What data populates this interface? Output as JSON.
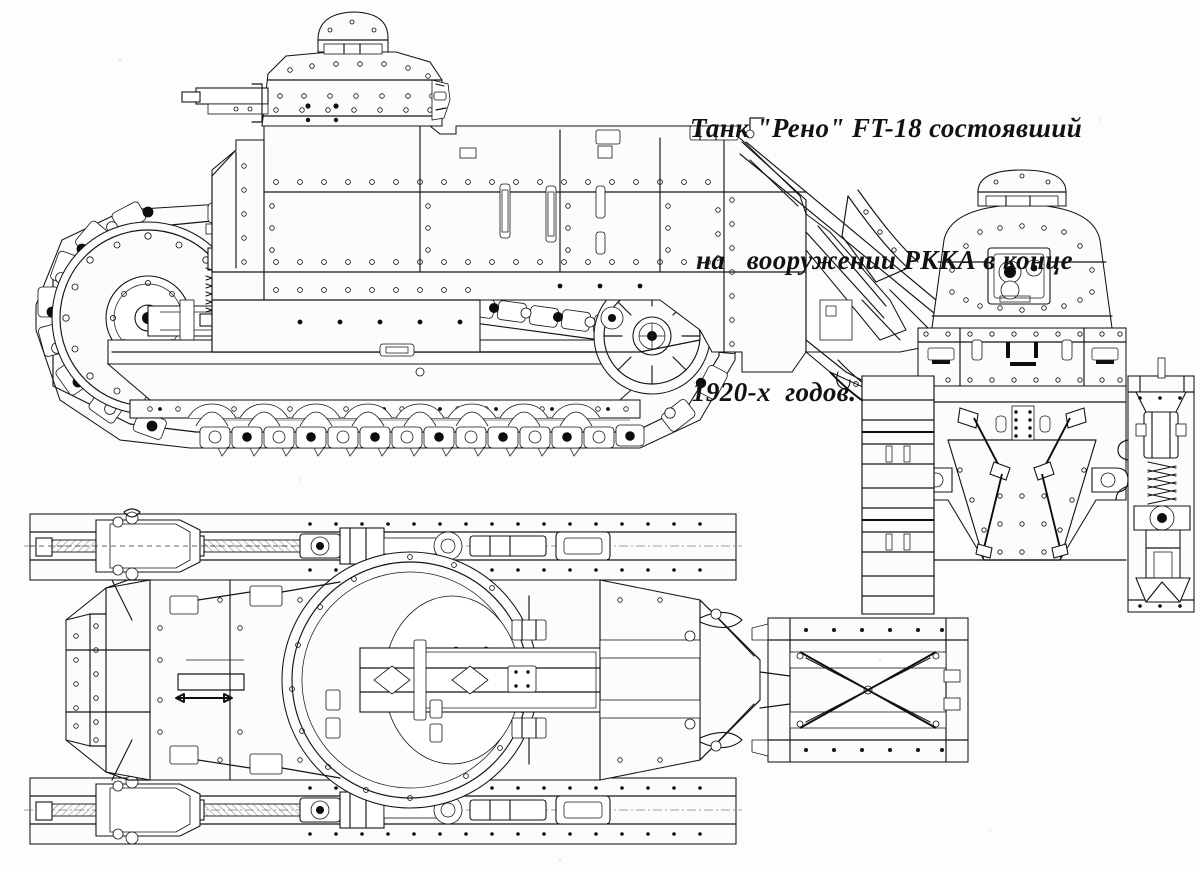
{
  "document": {
    "kind": "technical-blueprint-scan",
    "subject": "Renault FT-18 light tank",
    "background_color": "#fdfdfd",
    "ink_color": "#111111"
  },
  "caption": {
    "line1": "Танк \"Рено\" FT-18 состоявший",
    "line2": "на   вооружении РККА в конце",
    "line3": "1920-х  годов.",
    "full_text": "Танк \"Рено\" FT-18 состоявший на вооружении РККА в конце 1920-х годов.",
    "color": "#121212"
  },
  "views": {
    "side": {
      "label": "Side elevation, left",
      "features": [
        "octagonal riveted turret with mushroom cupola",
        "8 mm Hotchkiss machine gun barrel",
        "large front idler wheel with spokes and rivet ring",
        "rear drive sprocket with spoked hub",
        "continuous link track with alternating pins and rollers",
        "bogie road wheels in pairs on leaf-spring bogie beam",
        "coil spring tensioner over idler",
        "sloped engine deck",
        "curved tail skid frame"
      ]
    },
    "front": {
      "label": "Front elevation",
      "features": [
        "turret with cupola and mantlet",
        "machine gun port with sight aperture",
        "upper hull plate with vision slits",
        "tapered lower hull",
        "towing shackles both sides",
        "left track shown as stacked shoes",
        "right side suspension shown in section with coil spring"
      ]
    },
    "plan": {
      "label": "Plan / top view",
      "features": [
        "turret ring circle with roof hatch",
        "symmetric track frames with tensioner screws in section",
        "engine deck with hinged access hatches",
        "diamond-shaped deck fittings",
        "tail frame with X cross bracing",
        "lifting eyes and hinges along hull sides"
      ]
    }
  }
}
